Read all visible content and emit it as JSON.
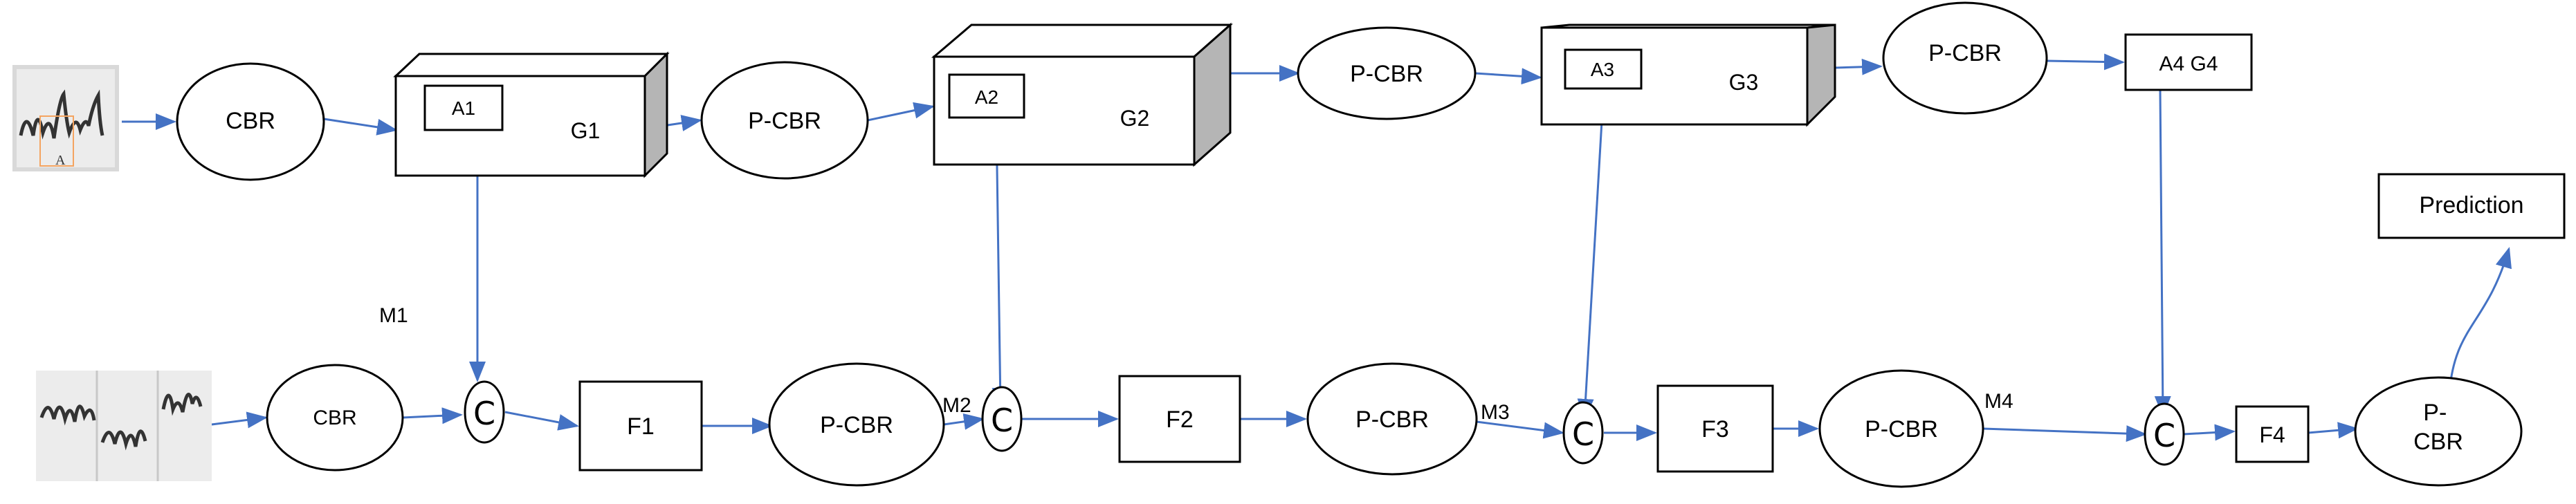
{
  "colors": {
    "edge": "#4472c4",
    "stroke": "#000000",
    "cube_side": "#b5b5b5",
    "background": "#ffffff"
  },
  "top_row": {
    "input_image": "handwritten word image",
    "cbr": "CBR",
    "g1": {
      "label": "G1",
      "attn": "A1"
    },
    "pcbr1": "P-CBR",
    "g2": {
      "label": "G2",
      "attn": "A2"
    },
    "pcbr2": "P-CBR",
    "g3": {
      "label": "G3",
      "attn": "A3"
    },
    "pcbr3": "P-CBR",
    "g4_box": "A4 G4"
  },
  "bottom_row": {
    "input_image": "handwritten word patches",
    "cbr": "CBR",
    "concat_symbol": "C",
    "f1": "F1",
    "pcbr1": "P-CBR",
    "f2": "F2",
    "pcbr2": "P-CBR",
    "f3": "F3",
    "pcbr3": "P-CBR",
    "f4": "F4",
    "pcbr_final": "P-\nCBR"
  },
  "merge_labels": {
    "m1": "M1",
    "m2": "M2",
    "m3": "M3",
    "m4": "M4"
  },
  "prediction": "Prediction"
}
